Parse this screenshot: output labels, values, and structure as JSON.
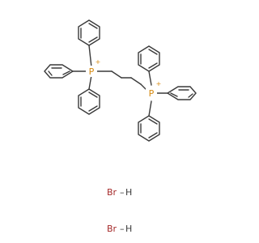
{
  "molecule": {
    "atom_p": "P",
    "charge_plus": "+",
    "bromide": "Br",
    "bond_dash": "–",
    "hydrogen": "H"
  },
  "colors": {
    "phosphorus": "#d68a10",
    "bromine": "#a52a2a",
    "bond": "#3a3a3a",
    "background": "#ffffff"
  }
}
